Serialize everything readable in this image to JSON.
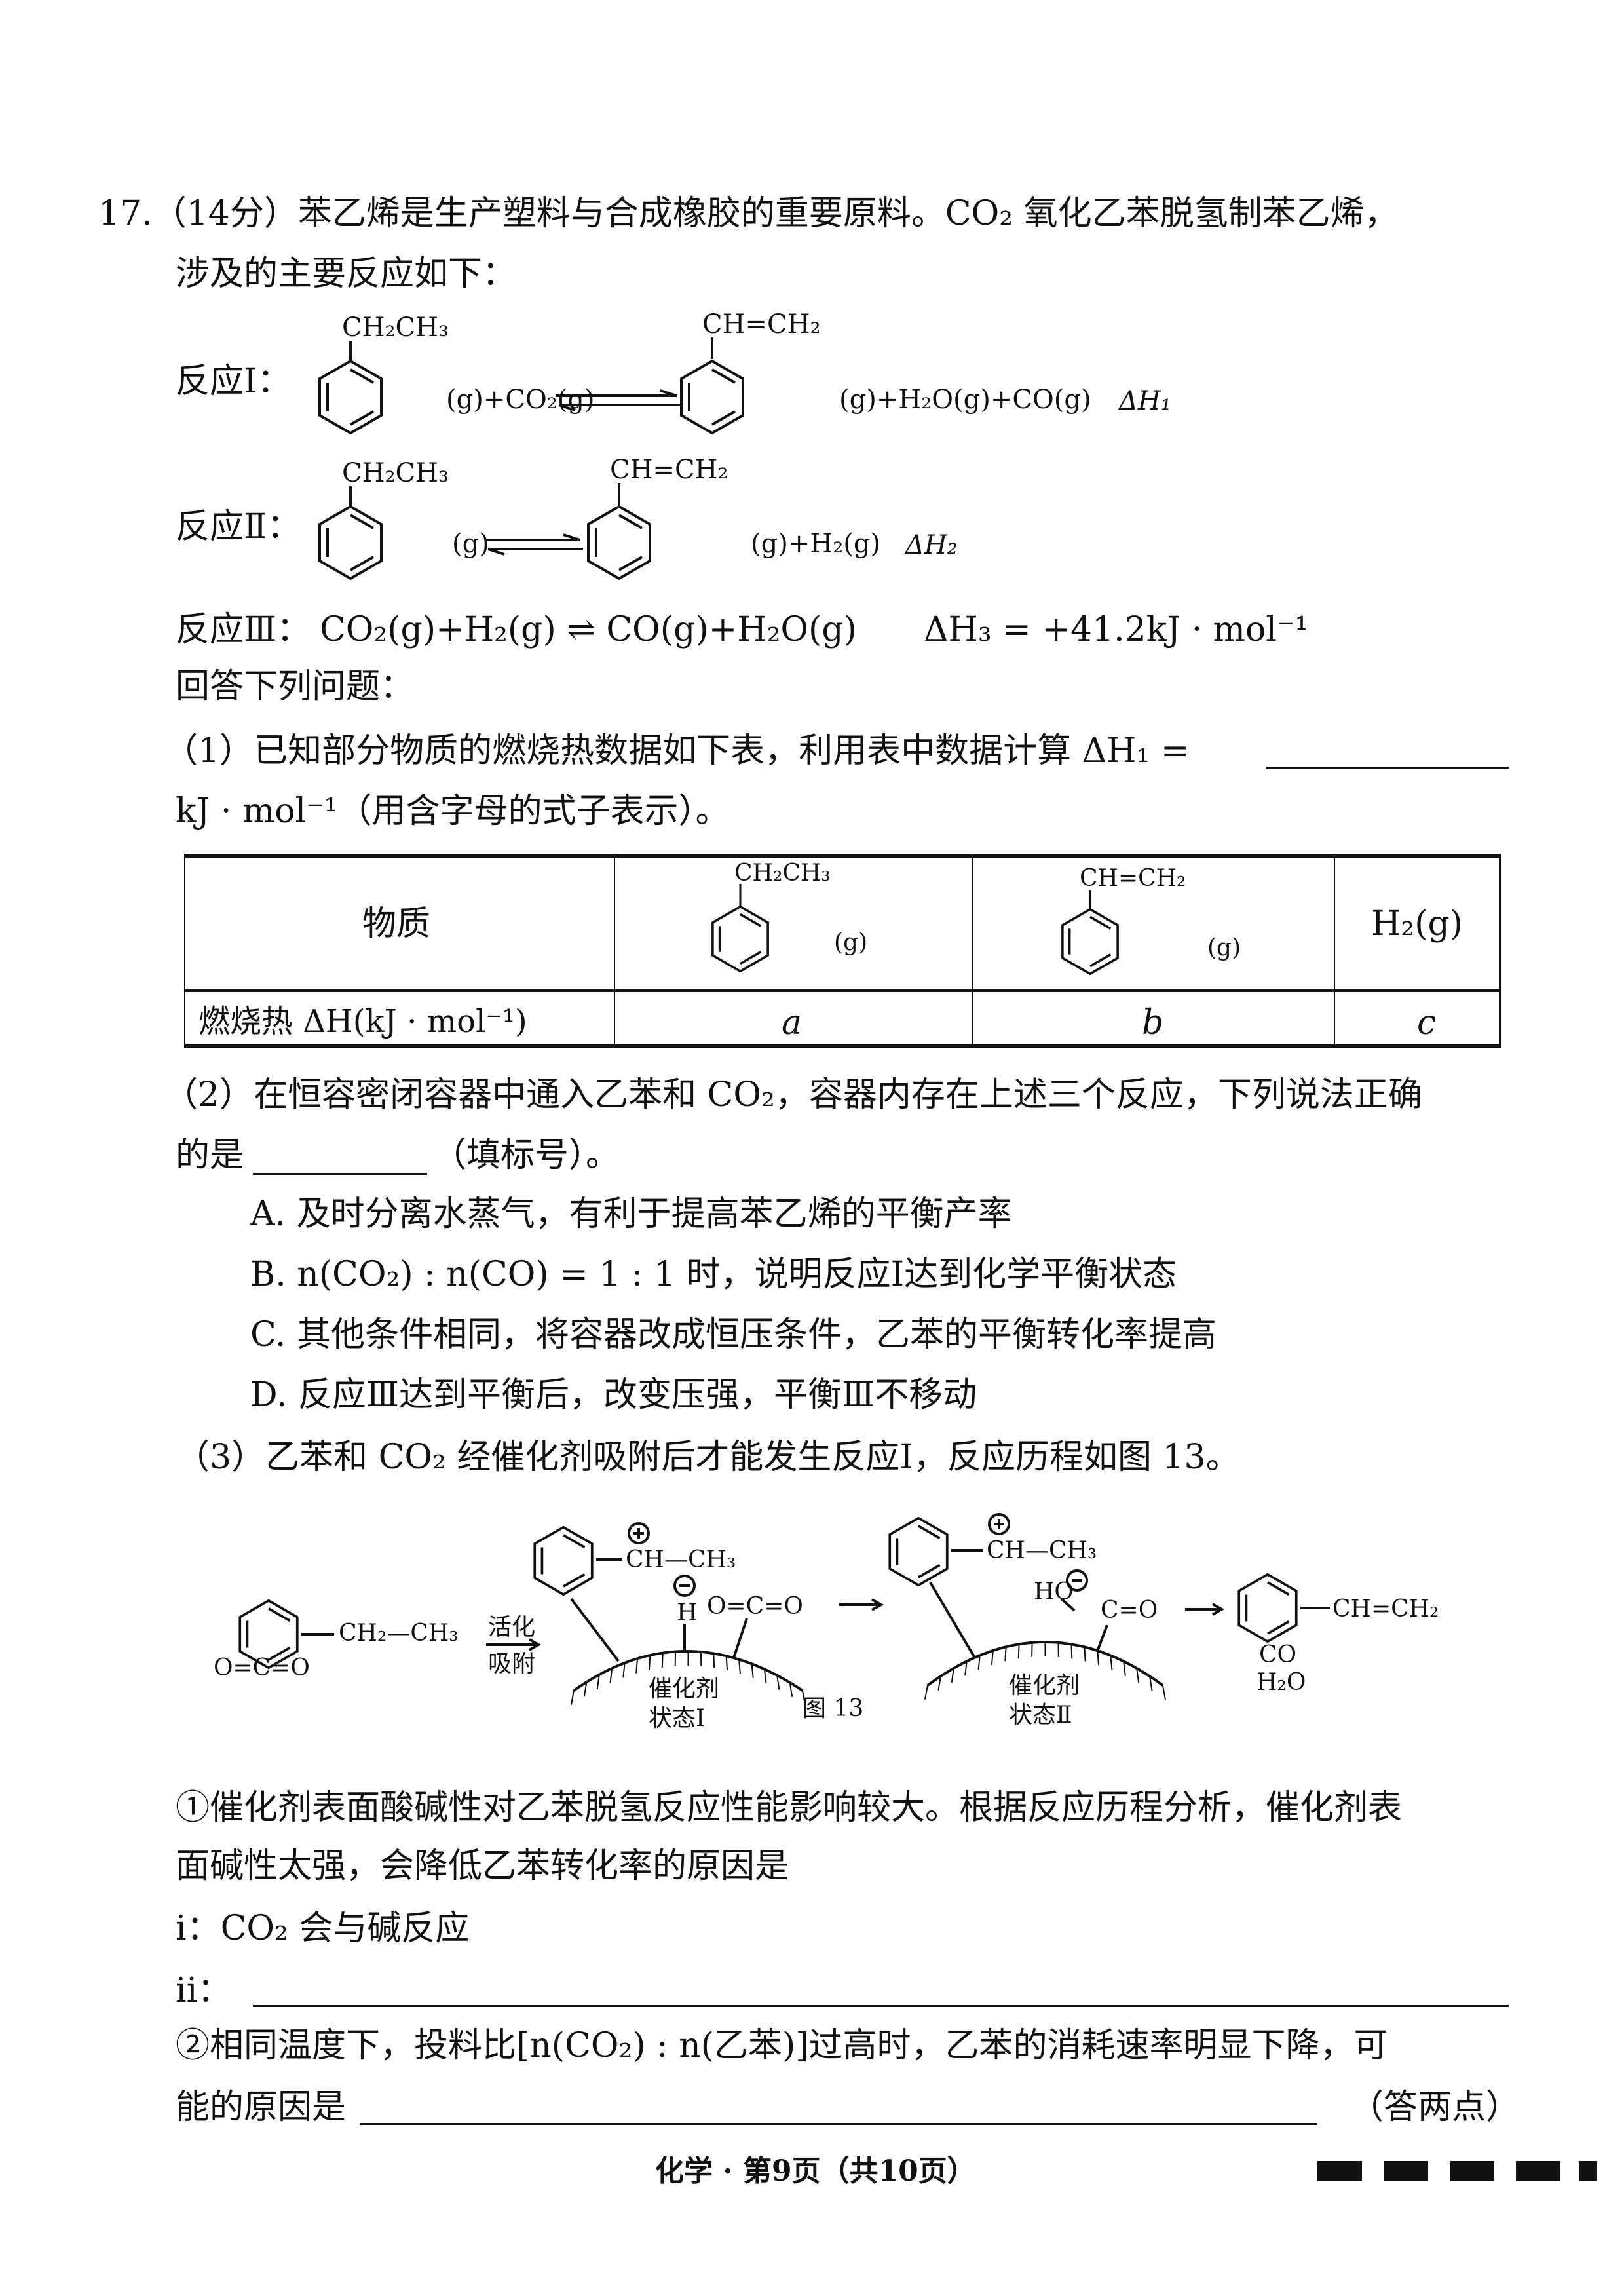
{
  "question": {
    "number": "17.",
    "points": "（14分）",
    "intro_line1": "苯乙烯是生产塑料与合成橡胶的重要原料。CO₂ 氧化乙苯脱氢制苯乙烯，",
    "intro_line2": "涉及的主要反应如下：",
    "reactions": [
      {
        "label": "反应Ⅰ：",
        "reactant_sub": "CH₂CH₃",
        "mid": "(g)+CO₂(g)",
        "product_sub": "CH=CH₂",
        "right": "(g)+H₂O(g)+CO(g)",
        "dh": "ΔH₁"
      },
      {
        "label": "反应Ⅱ：",
        "reactant_sub": "CH₂CH₃",
        "mid": "(g)",
        "product_sub": "CH=CH₂",
        "right": "(g)+H₂(g)",
        "dh": "ΔH₂"
      },
      {
        "label": "反应Ⅲ：",
        "equation": "CO₂(g)+H₂(g) ⇌ CO(g)+H₂O(g)",
        "dh": "ΔH₃ = +41.2kJ · mol⁻¹"
      }
    ],
    "prompt": "回答下列问题："
  },
  "part1": {
    "line1": "（1）已知部分物质的燃烧热数据如下表，利用表中数据计算 ΔH₁ =",
    "line2": "kJ · mol⁻¹（用含字母的式子表示）。",
    "table": {
      "header_label": "物质",
      "ethylbenzene_sub": "CH₂CH₃",
      "ethylbenzene_state": "(g)",
      "styrene_sub": "CH=CH₂",
      "styrene_state": "(g)",
      "h2": "H₂(g)",
      "row_label": "燃烧热 ΔH(kJ · mol⁻¹)",
      "values": [
        "a",
        "b",
        "c"
      ]
    }
  },
  "part2": {
    "line1": "（2）在恒容密闭容器中通入乙苯和 CO₂，容器内存在上述三个反应，下列说法正确",
    "line2_a": "的是",
    "line2_b": "（填标号）。",
    "options": [
      "A. 及时分离水蒸气，有利于提高苯乙烯的平衡产率",
      "B. n(CO₂) : n(CO) = 1 : 1 时，说明反应Ⅰ达到化学平衡状态",
      "C. 其他条件相同，将容器改成恒压条件，乙苯的平衡转化率提高",
      "D. 反应Ⅲ达到平衡后，改变压强，平衡Ⅲ不移动"
    ]
  },
  "part3": {
    "line1": "（3）乙苯和 CO₂ 经催化剂吸附后才能发生反应Ⅰ，反应历程如图 13。",
    "figure": {
      "ethyl": "CH₂—CH₃",
      "oco": "O=C=O",
      "activate1": "活化",
      "activate2": "吸附",
      "cation": "CH—CH₃",
      "plus": "+",
      "minus": "−",
      "h": "H",
      "oco2": "O=C=O",
      "cat": "催化剂",
      "state1": "状态Ⅰ",
      "state2": "状态Ⅱ",
      "ho": "HO",
      "co_bond": "C=O",
      "product": "CH=CH₂",
      "co": "CO",
      "h2o": "H₂O",
      "caption": "图 13"
    },
    "q1_line1": "①催化剂表面酸碱性对乙苯脱氢反应性能影响较大。根据反应历程分析，催化剂表",
    "q1_line2": "面碱性太强，会降低乙苯转化率的原因是",
    "reason_i": "ⅰ：CO₂ 会与碱反应",
    "reason_ii": "ⅱ：",
    "q2_line1": "②相同温度下，投料比[n(CO₂) : n(乙苯)]过高时，乙苯的消耗速率明显下降，可",
    "q2_line2": "能的原因是",
    "q2_tail": "（答两点）"
  },
  "footer": {
    "page": "化学 · 第9页（共10页）"
  }
}
